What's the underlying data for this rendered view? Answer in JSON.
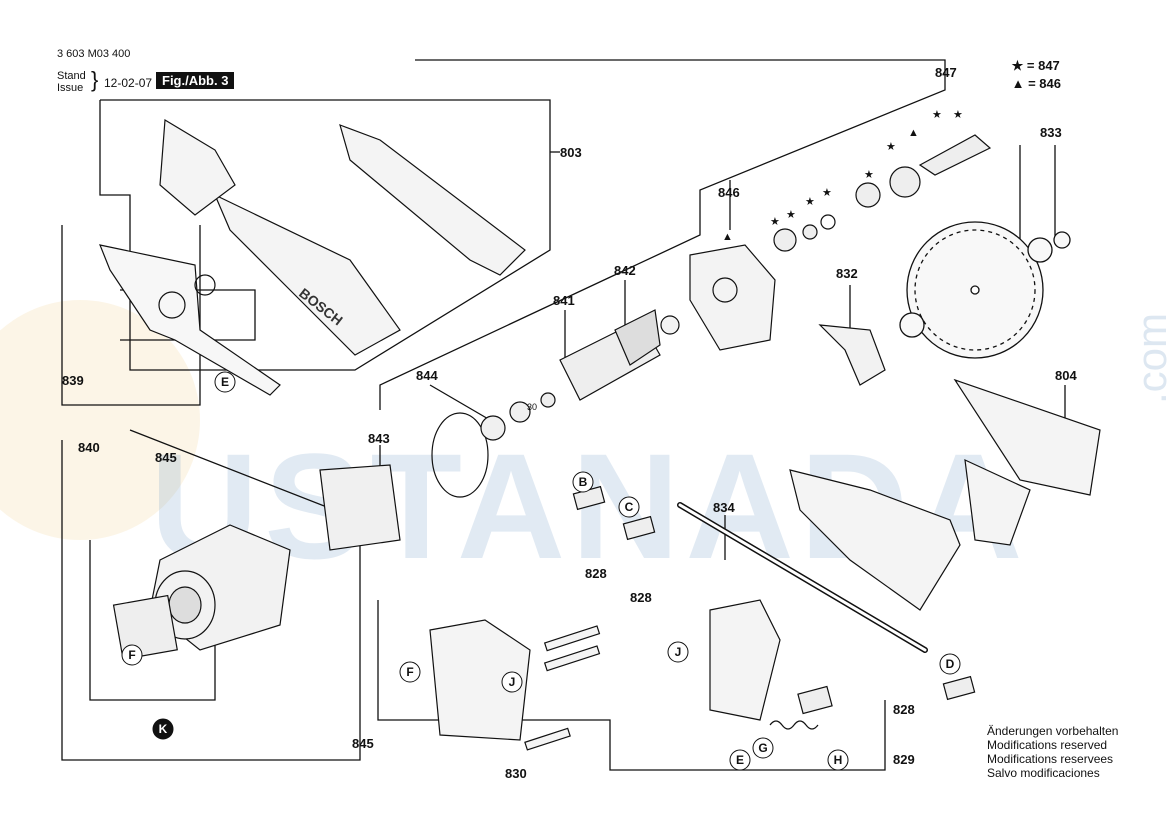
{
  "header": {
    "doc_number": "3 603 M03 400",
    "stand": "Stand",
    "issue": "Issue",
    "date": "12-02-07",
    "figure": "Fig./Abb. 3"
  },
  "legend": {
    "star_label": "★ = 847",
    "triangle_label": "▲ = 846"
  },
  "notice": [
    "Änderungen vorbehalten",
    "Modifications reserved",
    "Modifications reservees",
    "Salvo modificaciones"
  ],
  "watermark": {
    "text": "USTANADA",
    "suffix": ".com"
  },
  "callouts": {
    "c803": "803",
    "c847": "847",
    "c833": "833",
    "c846": "846",
    "c842": "842",
    "c841": "841",
    "c832": "832",
    "c839": "839",
    "c844": "844",
    "c804": "804",
    "c840": "840",
    "c845a": "845",
    "c843": "843",
    "c834": "834",
    "c828a": "828",
    "c828b": "828",
    "c828c": "828",
    "c830": "830",
    "c829": "829",
    "c845b": "845",
    "c30": "30"
  },
  "markers": {
    "B1": "B",
    "C1": "C",
    "D1": "D",
    "E1": "E",
    "E2": "E",
    "F1": "F",
    "F2": "F",
    "G1": "G",
    "H1": "H",
    "J1": "J",
    "J2": "J",
    "K1": "K"
  },
  "logos": {
    "bosch": "BOSCH"
  }
}
